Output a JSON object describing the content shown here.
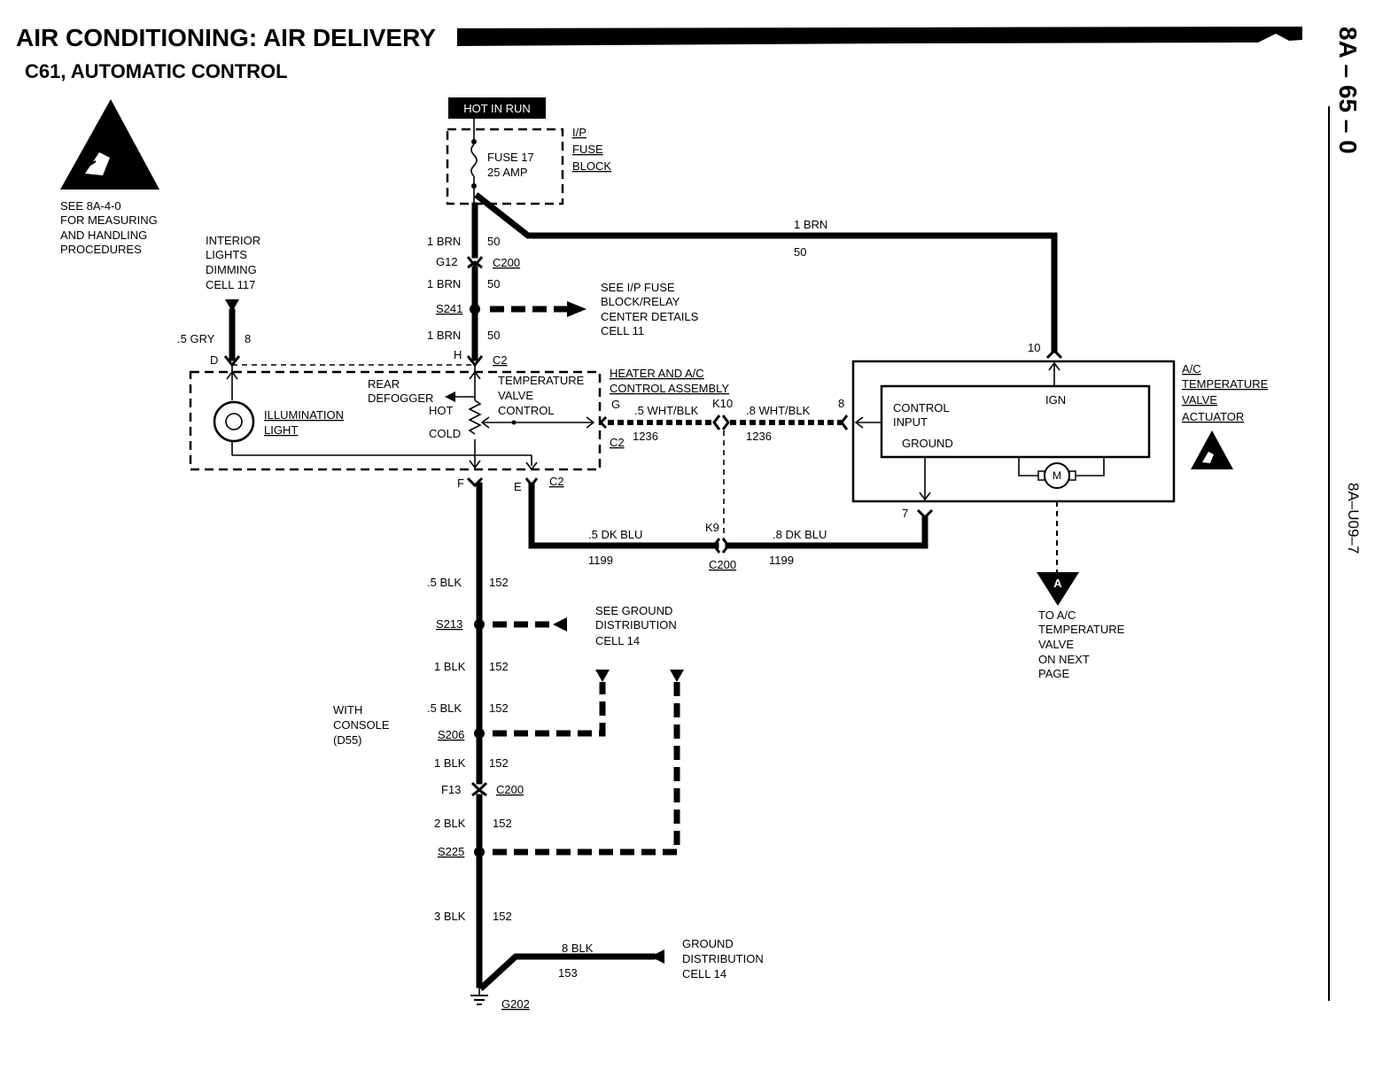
{
  "header": {
    "title": "AIR CONDITIONING: AIR DELIVERY",
    "subtitle": "C61, AUTOMATIC CONTROL",
    "page_number": "8A – 65 – 0",
    "figure_id": "8A–U09–7"
  },
  "esd_note": {
    "line1": "SEE 8A-4-0",
    "line2": "FOR MEASURING",
    "line3": "AND HANDLING",
    "line4": "PROCEDURES"
  },
  "power": {
    "hot_in_run": "HOT IN RUN",
    "fuse_name": "FUSE 17",
    "fuse_rating": "25 AMP",
    "block_l1": "I/P",
    "block_l2": "FUSE",
    "block_l3": "BLOCK"
  },
  "wires": {
    "brn_top_color": "1 BRN",
    "brn_top_circuit": "50",
    "g12": "G12",
    "c200_a": "C200",
    "brn_mid_color": "1 BRN",
    "brn_mid_circuit": "50",
    "s241": "S241",
    "brn_low_color": "1 BRN",
    "brn_low_circuit": "50",
    "brn_right_color": "1 BRN",
    "brn_right_circuit": "50",
    "gry_color": ".5 GRY",
    "gry_circuit": "8",
    "wht_left_color": ".5 WHT/BLK",
    "wht_left_circuit": "1236",
    "wht_right_color": ".8 WHT/BLK",
    "wht_right_circuit": "1236",
    "k10": "K10",
    "k9": "K9",
    "c200_b": "C200",
    "blu_left_color": ".5 DK BLU",
    "blu_left_circuit": "1199",
    "blu_right_color": ".8 DK BLU",
    "blu_right_circuit": "1199",
    "blk1_color": ".5 BLK",
    "blk1_circuit": "152",
    "s213": "S213",
    "blk2_color": "1 BLK",
    "blk2_circuit": "152",
    "blk3_color": ".5 BLK",
    "blk3_circuit": "152",
    "s206": "S206",
    "blk4_color": "1 BLK",
    "blk4_circuit": "152",
    "f13": "F13",
    "c200_c": "C200",
    "blk5_color": "2 BLK",
    "blk5_circuit": "152",
    "s225": "S225",
    "blk6_color": "3 BLK",
    "blk6_circuit": "152",
    "blk7_color": "8 BLK",
    "blk7_circuit": "153",
    "g202": "G202"
  },
  "refs": {
    "relay_l1": "SEE I/P FUSE",
    "relay_l2": "BLOCK/RELAY",
    "relay_l3": "CENTER DETAILS",
    "relay_l4": "CELL 11",
    "dim_l1": "INTERIOR",
    "dim_l2": "LIGHTS",
    "dim_l3": "DIMMING",
    "dim_l4": "CELL 117",
    "gnd1_l1": "SEE GROUND",
    "gnd1_l2": "DISTRIBUTION",
    "gnd1_l3": "CELL 14",
    "gnd2_l1": "GROUND",
    "gnd2_l2": "DISTRIBUTION",
    "gnd2_l3": "CELL 14",
    "console_l1": "WITH",
    "console_l2": "CONSOLE",
    "console_l3": "(D55)"
  },
  "control_assembly": {
    "name_l1": "HEATER AND A/C",
    "name_l2": "CONTROL ASSEMBLY",
    "pin_d": "D",
    "pin_h": "H",
    "pin_g": "G",
    "pin_f": "F",
    "pin_e": "E",
    "conn_top": "C2",
    "conn_side": "C2",
    "conn_bottom": "C2",
    "rear_defogger_l1": "REAR",
    "rear_defogger_l2": "DEFOGGER",
    "hot": "HOT",
    "cold": "COLD",
    "tvc_l1": "TEMPERATURE",
    "tvc_l2": "VALVE",
    "tvc_l3": "CONTROL",
    "illum_l1": "ILLUMINATION",
    "illum_l2": "LIGHT"
  },
  "actuator": {
    "name_l1": "A/C",
    "name_l2": "TEMPERATURE",
    "name_l3": "VALVE",
    "name_l4": "ACTUATOR",
    "pin_10": "10",
    "pin_8": "8",
    "pin_7": "7",
    "ign": "IGN",
    "control_l1": "CONTROL",
    "control_l2": "INPUT",
    "ground": "GROUND",
    "motor": "M"
  },
  "offpage": {
    "marker": "A",
    "l1": "TO A/C",
    "l2": "TEMPERATURE",
    "l3": "VALVE",
    "l4": "ON NEXT",
    "l5": "PAGE"
  }
}
